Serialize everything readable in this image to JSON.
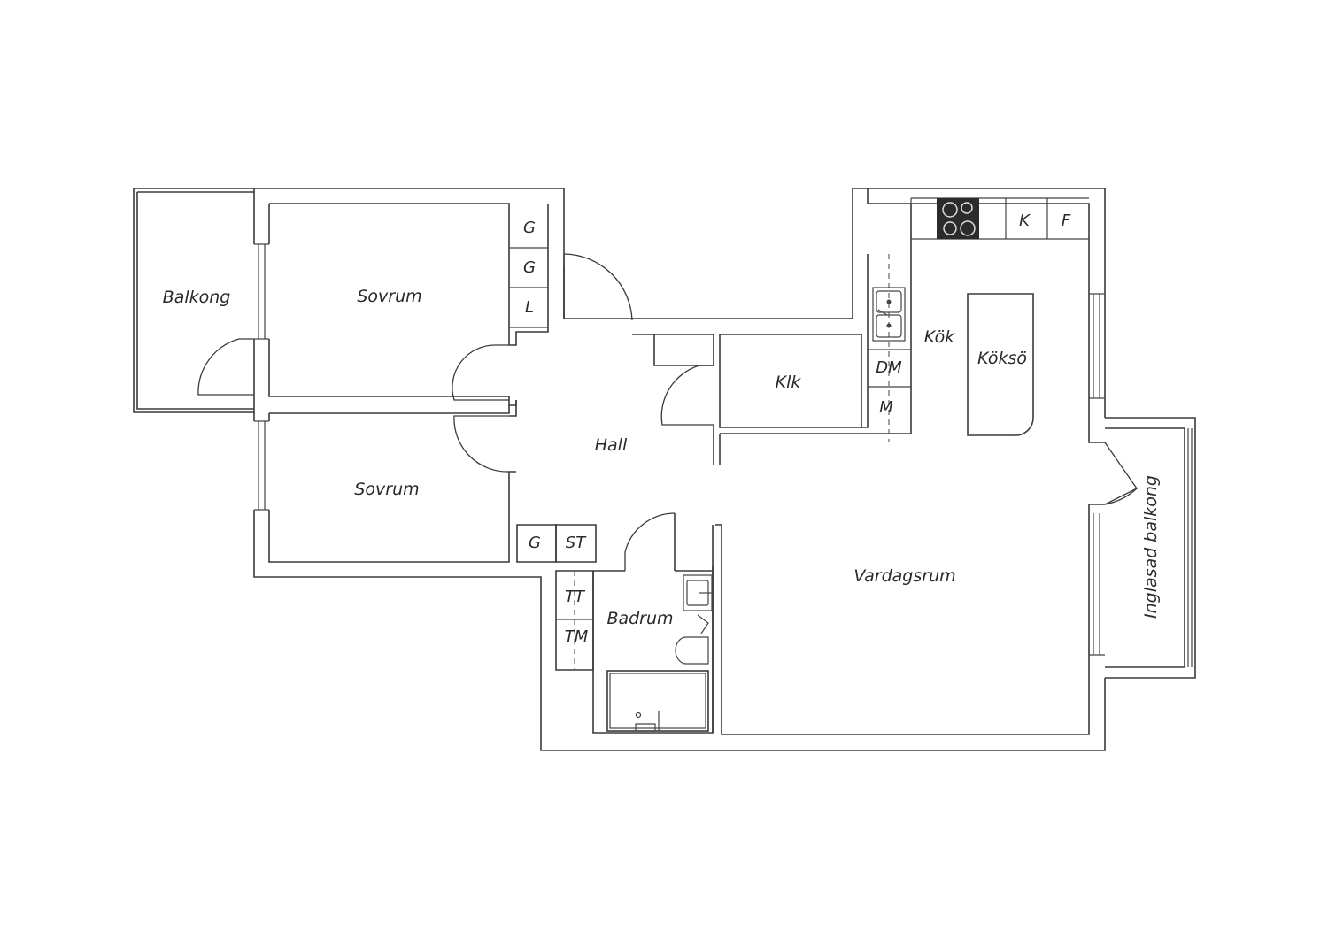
{
  "rooms": {
    "balkong": "Balkong",
    "sovrum_top": "Sovrum",
    "sovrum_bottom": "Sovrum",
    "hall": "Hall",
    "klk": "Klk",
    "kok": "Kök",
    "koksö": "Köksö",
    "badrum": "Badrum",
    "vardagsrum": "Vardagsrum",
    "inglasad_balkong": "Inglasad balkong"
  },
  "fixtures": {
    "wardrobe_1": "G",
    "wardrobe_2": "G",
    "linen": "L",
    "hall_wardrobe": "G",
    "hall_storage": "ST",
    "dryer": "TT",
    "washer": "TM",
    "dishwasher": "DM",
    "microwave": "M",
    "fridge": "K",
    "freezer": "F"
  },
  "colors": {
    "wall": "#3a3a3a",
    "stove": "#2b2b2b",
    "background": "#ffffff"
  }
}
